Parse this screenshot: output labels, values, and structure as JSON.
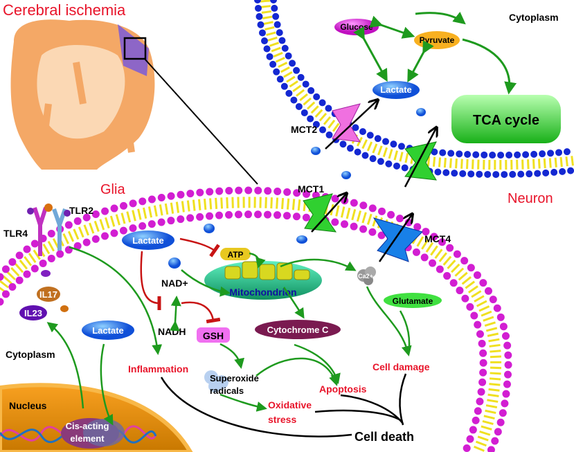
{
  "title": "Cerebral ischemia",
  "regions": {
    "glia": "Glia",
    "neuron": "Neuron",
    "cytoplasm_neuron": "Cytoplasm",
    "cytoplasm_glia": "Cytoplasm",
    "nucleus": "Nucleus"
  },
  "neuron": {
    "glucose": "Glucose",
    "pyruvate": "Pyruvate",
    "lactate": "Lactate",
    "tca": "TCA cycle",
    "mct2": "MCT2"
  },
  "glia": {
    "mct1": "MCT1",
    "mct4": "MCT4",
    "tlr4": "TLR4",
    "tlr2": "TLR2",
    "il17": "IL17",
    "il23": "IL23",
    "lactate_top": "Lactate",
    "lactate_mid": "Lactate",
    "atp": "ATP",
    "mitochondrion": "Mitochondrion",
    "nad": "NAD+",
    "nadh": "NADH",
    "gsh": "GSH",
    "cytochrome": "Cytochrome C",
    "calcium": "Ca2+",
    "glutamate": "Glutamate",
    "superoxide": "Superoxide",
    "radicals": "radicals",
    "inflammation": "Inflammation",
    "oxidative1": "Oxidative",
    "oxidative2": "stress",
    "apoptosis": "Apoptosis",
    "cell_damage": "Cell damage",
    "cell_death": "Cell death",
    "cis1": "Cis-acting",
    "cis2": "element"
  },
  "colors": {
    "label_red": "#e8142a",
    "arrow_green": "#1e9a1e",
    "inhibit_red": "#c81414",
    "membrane_magenta": "#d21ed2",
    "neuron_blue": "#1428d2"
  }
}
